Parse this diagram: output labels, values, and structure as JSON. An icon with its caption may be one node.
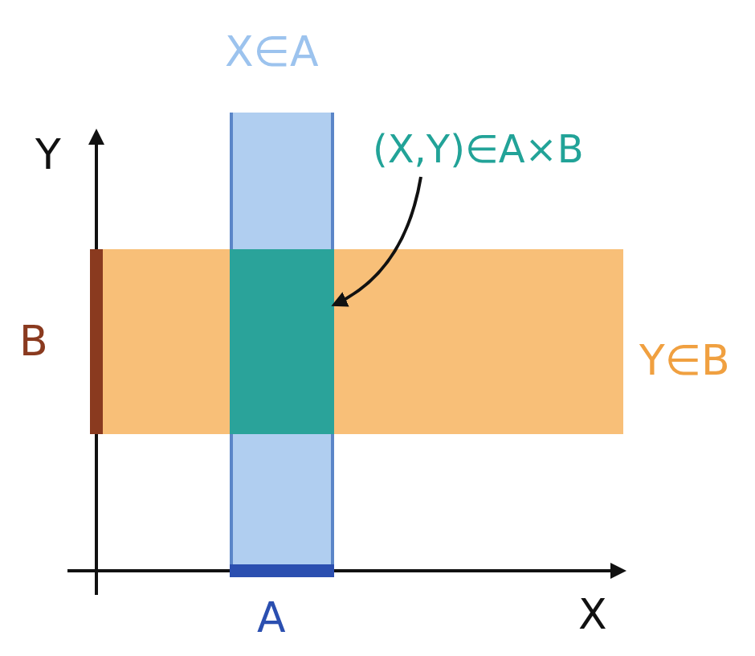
{
  "diagram": {
    "nodes": [
      {
        "text": [
          "(X,Y)∈A×B"
        ]
      },
      {
        "text": [],
        "shape": "box"
      }
    ],
    "edges": [
      {
        "from": 0,
        "to": 1,
        "arrow": "to"
      }
    ],
    "labels": [
      "X∈A",
      "Y",
      "B",
      "Y∈B",
      "A",
      "X"
    ]
  }
}
